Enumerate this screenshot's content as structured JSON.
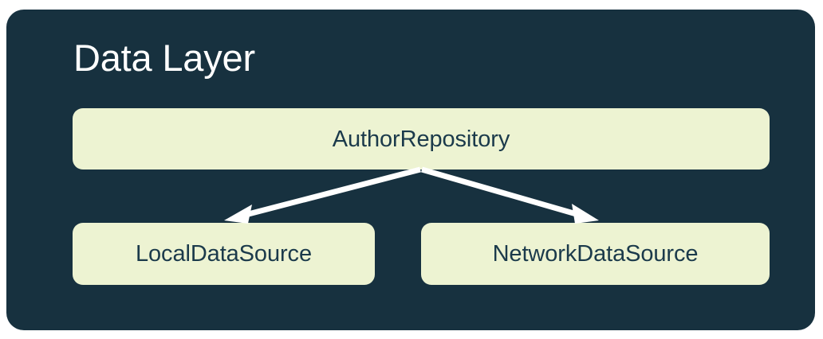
{
  "diagram": {
    "title": "Data Layer",
    "panel_color": "#17313F",
    "node_fill_color": "#EDF3D2",
    "node_text_color": "#1B3A4B",
    "title_color": "#FFFFFF",
    "arrow_color": "#FFFFFF",
    "nodes": [
      {
        "id": "repository",
        "label": "AuthorRepository",
        "role": "repository"
      },
      {
        "id": "local",
        "label": "LocalDataSource",
        "role": "data-source"
      },
      {
        "id": "network",
        "label": "NetworkDataSource",
        "role": "data-source"
      }
    ],
    "edges": [
      {
        "from": "AuthorRepository",
        "to": "LocalDataSource",
        "direction": "down-left",
        "style": "solid-arrow"
      },
      {
        "from": "AuthorRepository",
        "to": "NetworkDataSource",
        "direction": "down-right",
        "style": "solid-arrow"
      }
    ]
  }
}
